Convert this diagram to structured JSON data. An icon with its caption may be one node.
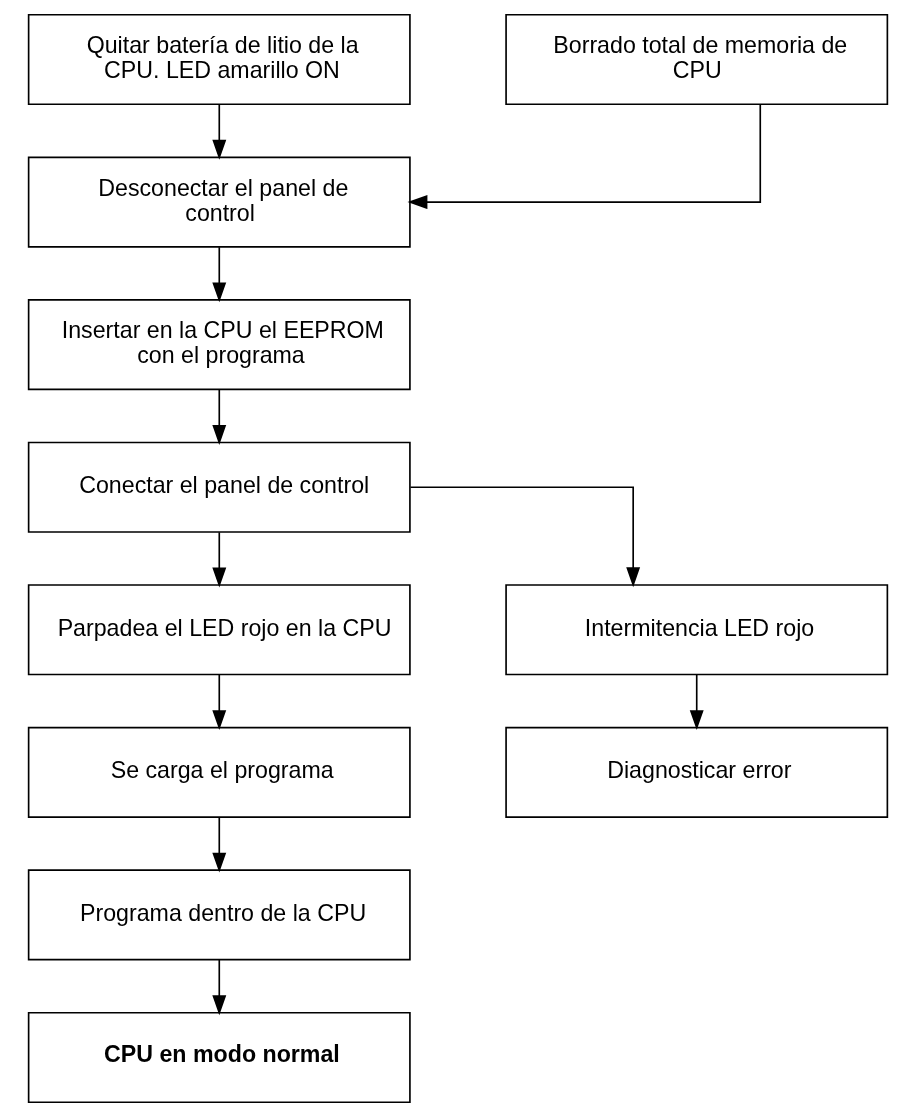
{
  "diagram": {
    "nodes": [
      {
        "text": [
          "Quitar batería de litio de la CPU. LED amarillo ON"
        ]
      },
      {
        "text": [
          "Borrado total de memoria de CPU"
        ]
      },
      {
        "text": [
          "Desconectar el panel de control"
        ]
      },
      {
        "text": [
          "Insertar en la CPU el EEPROM con el programa"
        ]
      },
      {
        "text": [
          "Conectar el panel de control"
        ]
      },
      {
        "text": [
          "Parpadea el LED rojo en la CPU"
        ]
      },
      {
        "text": [
          "Intermitencia LED rojo"
        ]
      },
      {
        "text": [
          "Se carga el programa"
        ]
      },
      {
        "text": [
          "Diagnosticar error"
        ]
      },
      {
        "text": [
          "Programa dentro de la CPU"
        ]
      },
      {
        "text": [
          "CPU en modo normal"
        ]
      }
    ],
    "edges": [
      {
        "from": 0,
        "to": 2,
        "arrow": "to"
      },
      {
        "from": 1,
        "to": 2,
        "arrow": "to"
      },
      {
        "from": 2,
        "to": 3,
        "arrow": "to"
      },
      {
        "from": 3,
        "to": 4,
        "arrow": "to"
      },
      {
        "from": 4,
        "to": 5,
        "arrow": "to"
      },
      {
        "from": 4,
        "to": 6,
        "arrow": "to"
      },
      {
        "from": 5,
        "to": 7,
        "arrow": "to"
      },
      {
        "from": 6,
        "to": 8,
        "arrow": "to"
      },
      {
        "from": 7,
        "to": 9,
        "arrow": "to"
      },
      {
        "from": 9,
        "to": 10,
        "arrow": "to"
      }
    ]
  }
}
